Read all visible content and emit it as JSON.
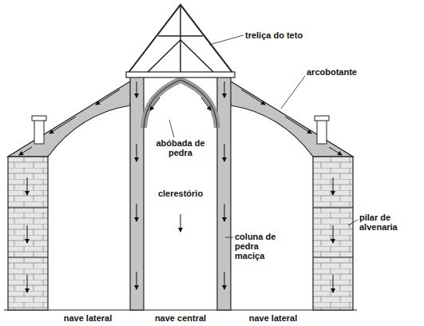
{
  "diagram": {
    "labels": [
      "treliça do teto",
      "arcobotante",
      "abóbada de pedra",
      "clerestório",
      "pilar de alvenaria",
      "coluna de pedra maciça",
      "nave lateral",
      "nave central",
      "nave lateral"
    ]
  }
}
